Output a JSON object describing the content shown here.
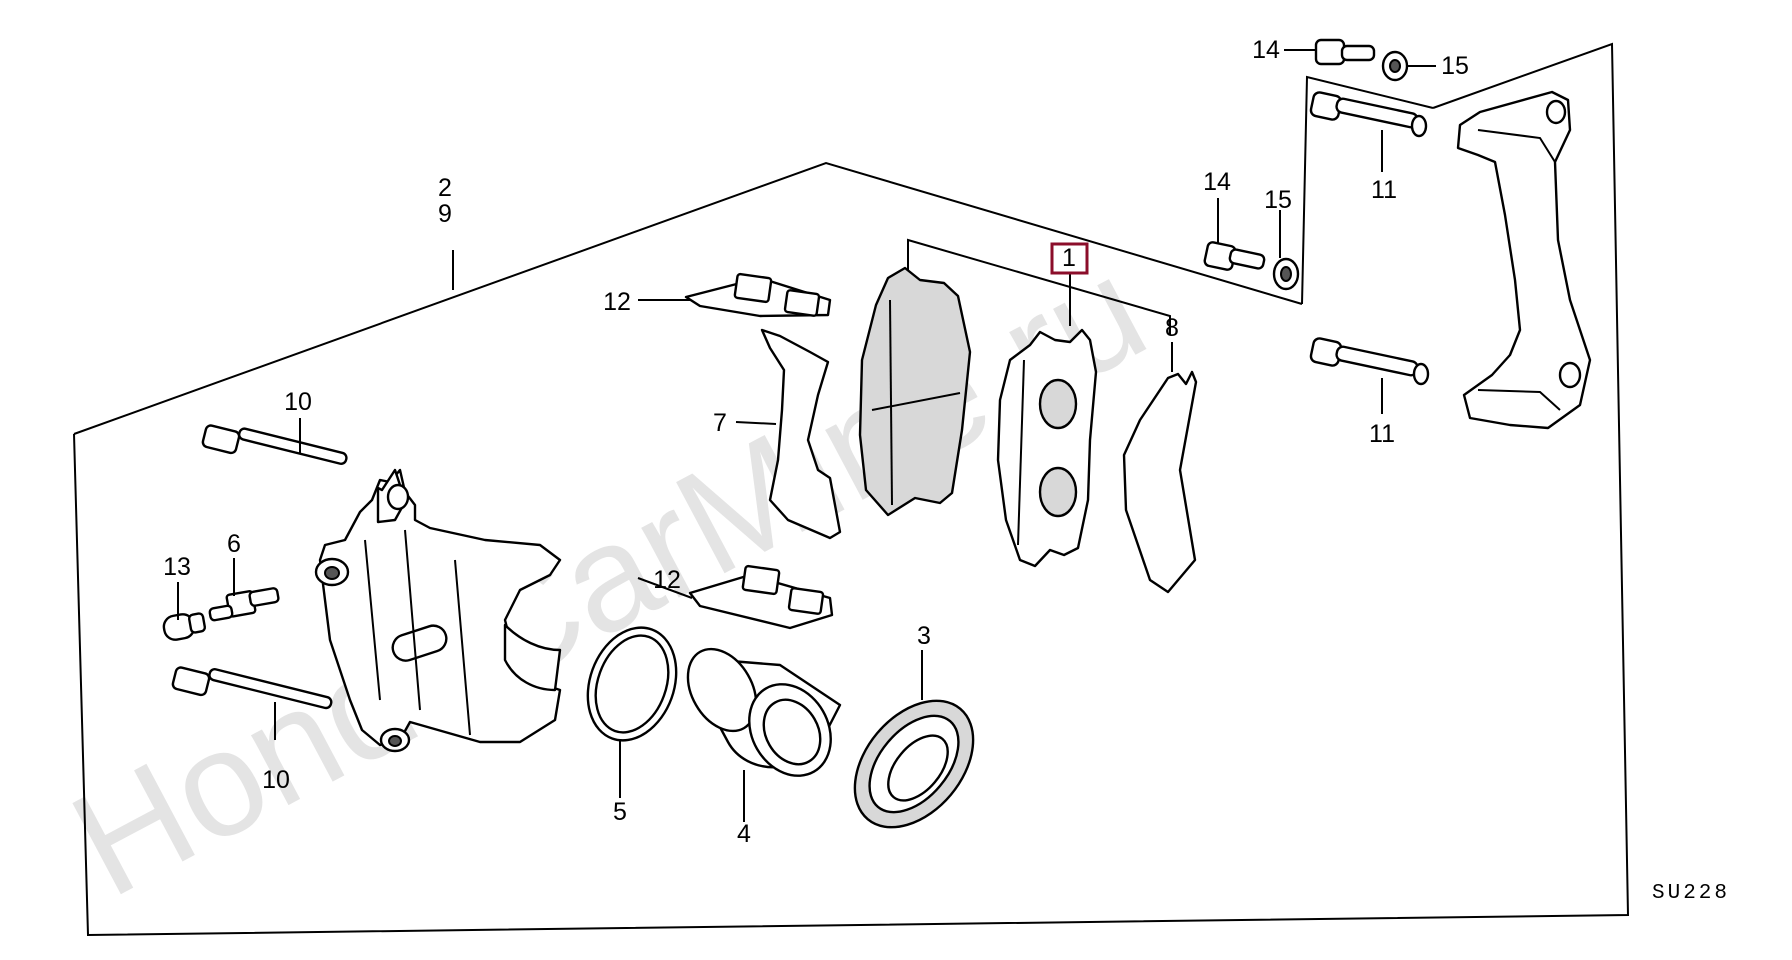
{
  "watermark": "HondaCarMine.ru",
  "diagram_code": "SU228",
  "highlighted_part": "1",
  "colors": {
    "highlight": "#8b0d2a",
    "line": "#000000",
    "watermark": "#e4e4e4"
  },
  "callouts": {
    "c1": "1",
    "c2": "2",
    "c9": "9",
    "c3": "3",
    "c4": "4",
    "c5": "5",
    "c6": "6",
    "c7": "7",
    "c8": "8",
    "c10a": "10",
    "c10b": "10",
    "c11a": "11",
    "c11b": "11",
    "c12a": "12",
    "c12b": "12",
    "c13": "13",
    "c14a": "14",
    "c14b": "14",
    "c15a": "15",
    "c15b": "15"
  }
}
